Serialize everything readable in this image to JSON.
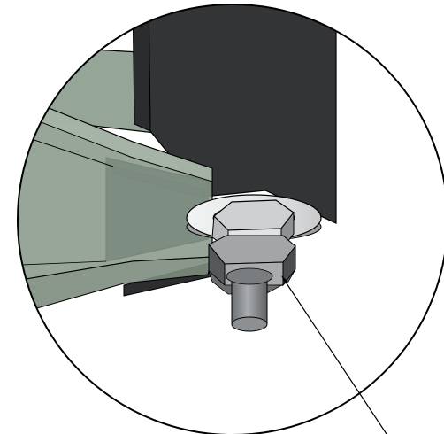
{
  "view": {
    "kind": "magnified detail view of a nut and washer fastening",
    "colors": {
      "background": "#ffffff",
      "outline": "#000000",
      "dark_panel": "#333536",
      "transparent_frame": "#8a9a8c",
      "frame_highlight": "#a7b6a8",
      "washer": "#e8e9e9",
      "nut_top": "#cfd0d1",
      "nut_face_light": "#e2e3e4",
      "nut_face_mid": "#a3a5a7",
      "nut_face_dark": "#55585b",
      "bolt": "#8d9092"
    },
    "icons": [
      "detail-circle",
      "leader-line",
      "hex-nut",
      "washer",
      "bolt-stud"
    ]
  }
}
